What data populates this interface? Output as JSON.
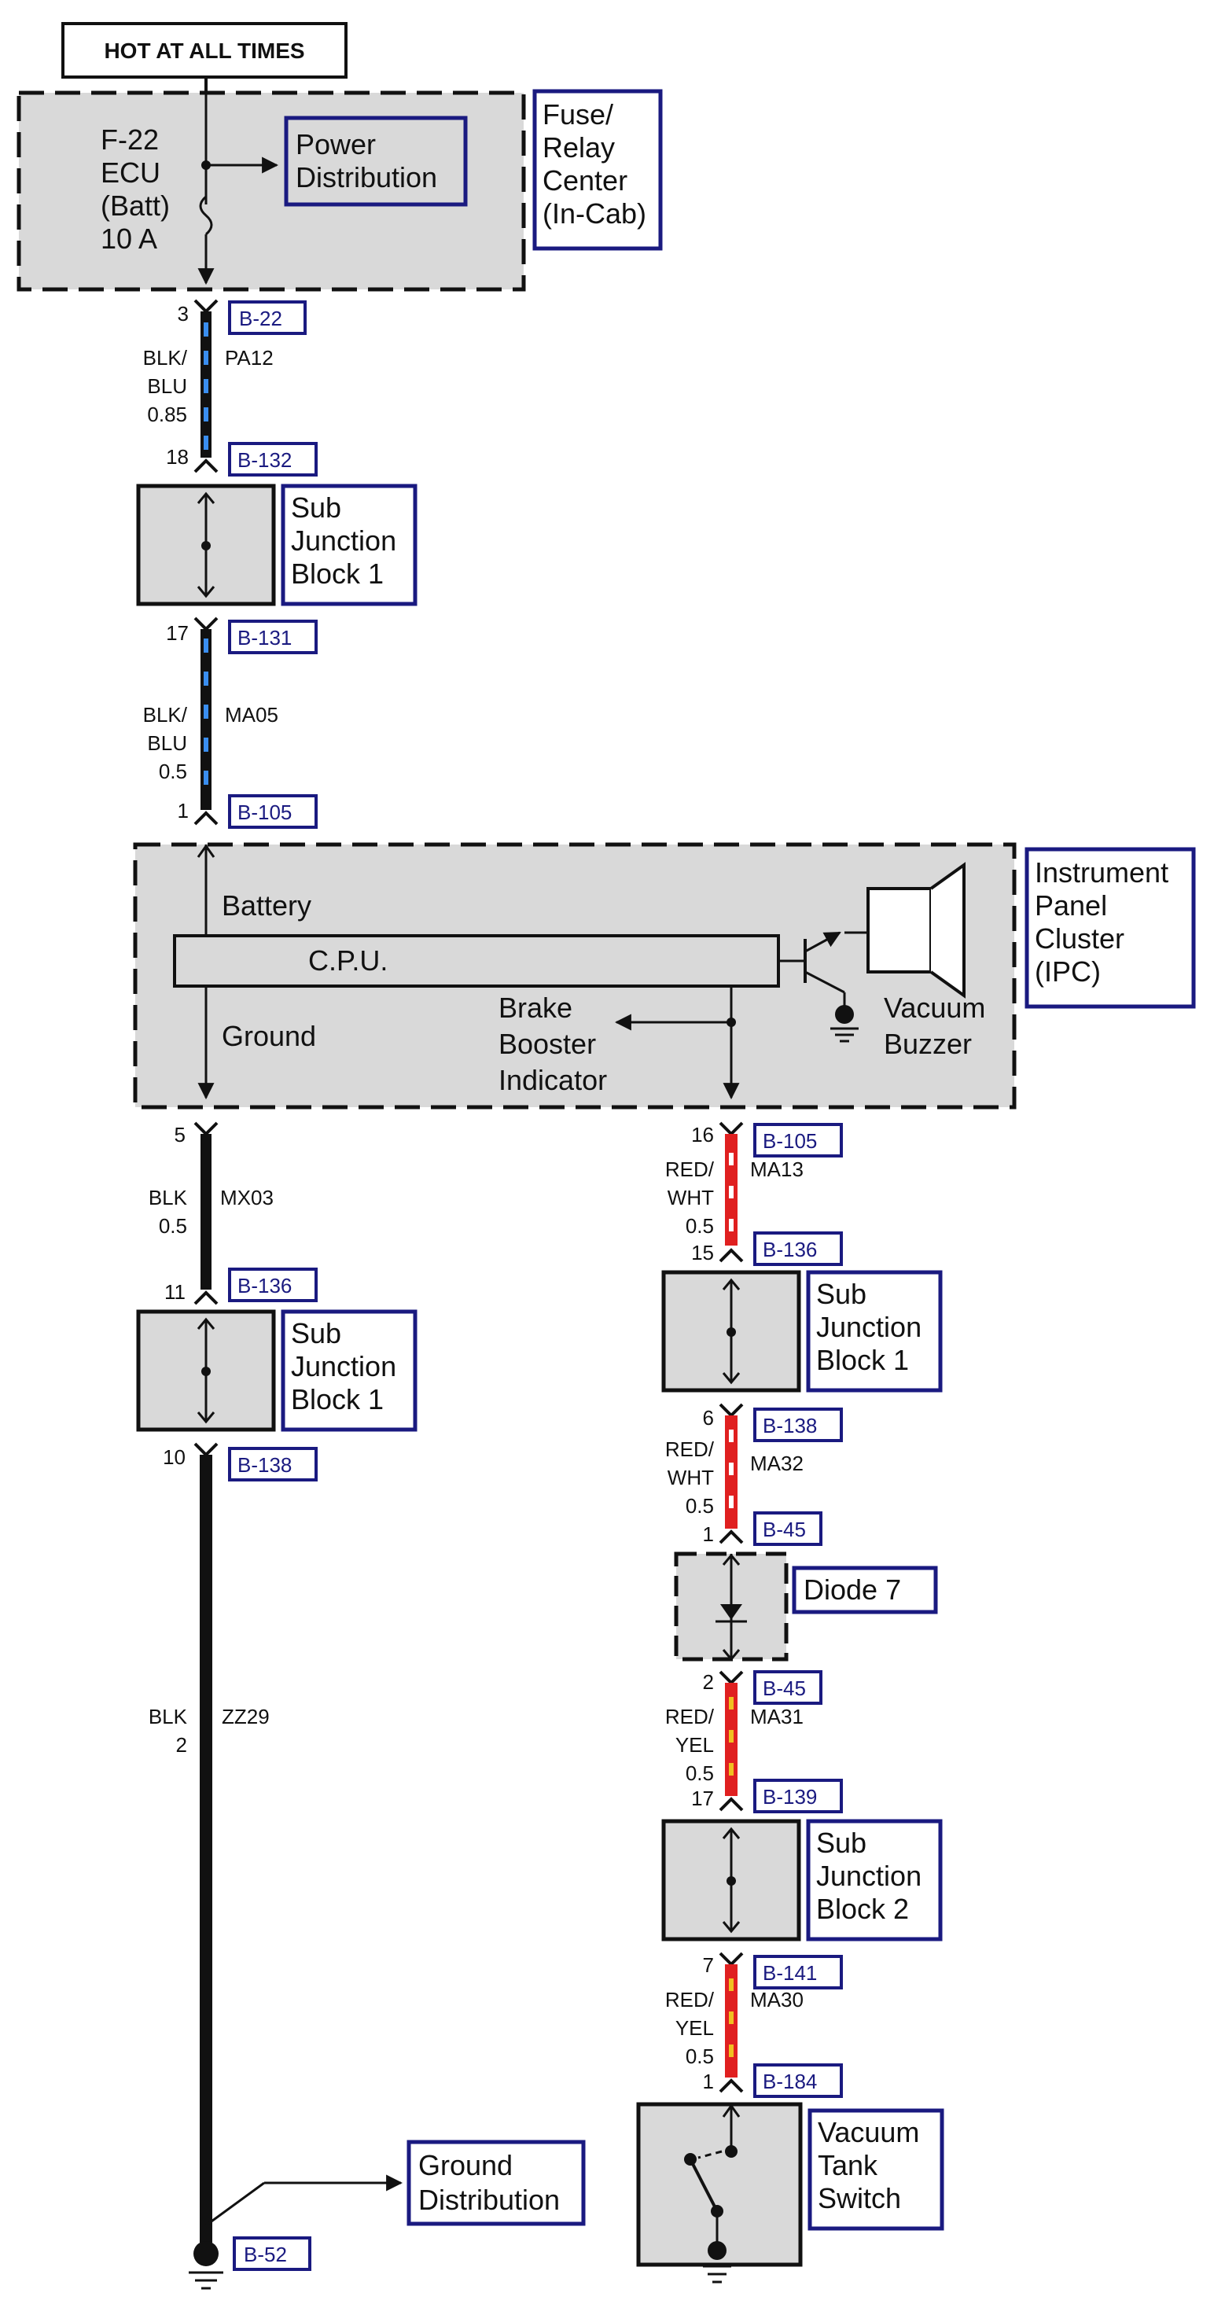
{
  "header": {
    "hot_label": "HOT AT ALL TIMES"
  },
  "fuse_box": {
    "fuse_lines": [
      "F-22",
      "ECU",
      "(Batt)",
      "10 A"
    ],
    "power_dist": [
      "Power",
      "Distribution"
    ],
    "center_lines": [
      "Fuse/",
      "Relay",
      "Center",
      "(In-Cab)"
    ]
  },
  "wires": {
    "pa12": {
      "pin_top": "3",
      "pin_bottom": "18",
      "conn_top": "B-22",
      "conn_bottom": "B-132",
      "color": [
        "BLK/",
        "BLU",
        "0.85"
      ],
      "circuit": "PA12"
    },
    "ma05": {
      "pin_top": "17",
      "pin_bottom": "1",
      "conn_top": "B-131",
      "conn_bottom": "B-105",
      "color": [
        "BLK/",
        "BLU",
        "0.5"
      ],
      "circuit": "MA05"
    },
    "mx03": {
      "pin_top": "5",
      "pin_bottom": "11",
      "conn_top": "",
      "conn_bottom": "B-136",
      "color": [
        "BLK",
        "0.5"
      ],
      "circuit": "MX03"
    },
    "zz29": {
      "pin_top": "10",
      "conn_top": "B-138",
      "conn_bottom": "B-52",
      "color": [
        "BLK",
        "2"
      ],
      "circuit": "ZZ29"
    },
    "ma13": {
      "pin_top": "16",
      "pin_bottom": "15",
      "conn_top": "B-105",
      "conn_bottom": "B-136",
      "color": [
        "RED/",
        "WHT",
        "0.5"
      ],
      "circuit": "MA13"
    },
    "ma32": {
      "pin_top": "6",
      "pin_bottom": "1",
      "conn_top": "B-138",
      "conn_bottom": "B-45",
      "color": [
        "RED/",
        "WHT",
        "0.5"
      ],
      "circuit": "MA32"
    },
    "ma31": {
      "pin_top": "2",
      "pin_bottom": "17",
      "conn_top": "B-45",
      "conn_bottom": "B-139",
      "color": [
        "RED/",
        "YEL",
        "0.5"
      ],
      "circuit": "MA31"
    },
    "ma30": {
      "pin_top": "7",
      "pin_bottom": "1",
      "conn_top": "B-141",
      "conn_bottom": "B-184",
      "color": [
        "RED/",
        "YEL",
        "0.5"
      ],
      "circuit": "MA30"
    }
  },
  "sub_junction_1_upper": [
    "Sub",
    "Junction",
    "Block 1"
  ],
  "sub_junction_1_left": [
    "Sub",
    "Junction",
    "Block 1"
  ],
  "sub_junction_1_right": [
    "Sub",
    "Junction",
    "Block 1"
  ],
  "sub_junction_2": [
    "Sub",
    "Junction",
    "Block 2"
  ],
  "ipc": {
    "battery": "Battery",
    "cpu": "C.P.U.",
    "ground": "Ground",
    "brake": [
      "Brake",
      "Booster",
      "Indicator"
    ],
    "vacuum_buzzer": [
      "Vacuum",
      "Buzzer"
    ],
    "label": [
      "Instrument",
      "Panel",
      "Cluster",
      "(IPC)"
    ]
  },
  "diode": "Diode 7",
  "vacuum_switch": [
    "Vacuum",
    "Tank",
    "Switch"
  ],
  "ground_dist": [
    "Ground",
    "Distribution"
  ],
  "colors": {
    "wire_black": "#000000",
    "wire_red": "#e02020",
    "stripe_blue": "#3a8ef0",
    "stripe_white": "#ffffff",
    "stripe_yellow": "#f0c020",
    "box_fill": "#d9d9d9",
    "label_border": "#1a1a80"
  }
}
